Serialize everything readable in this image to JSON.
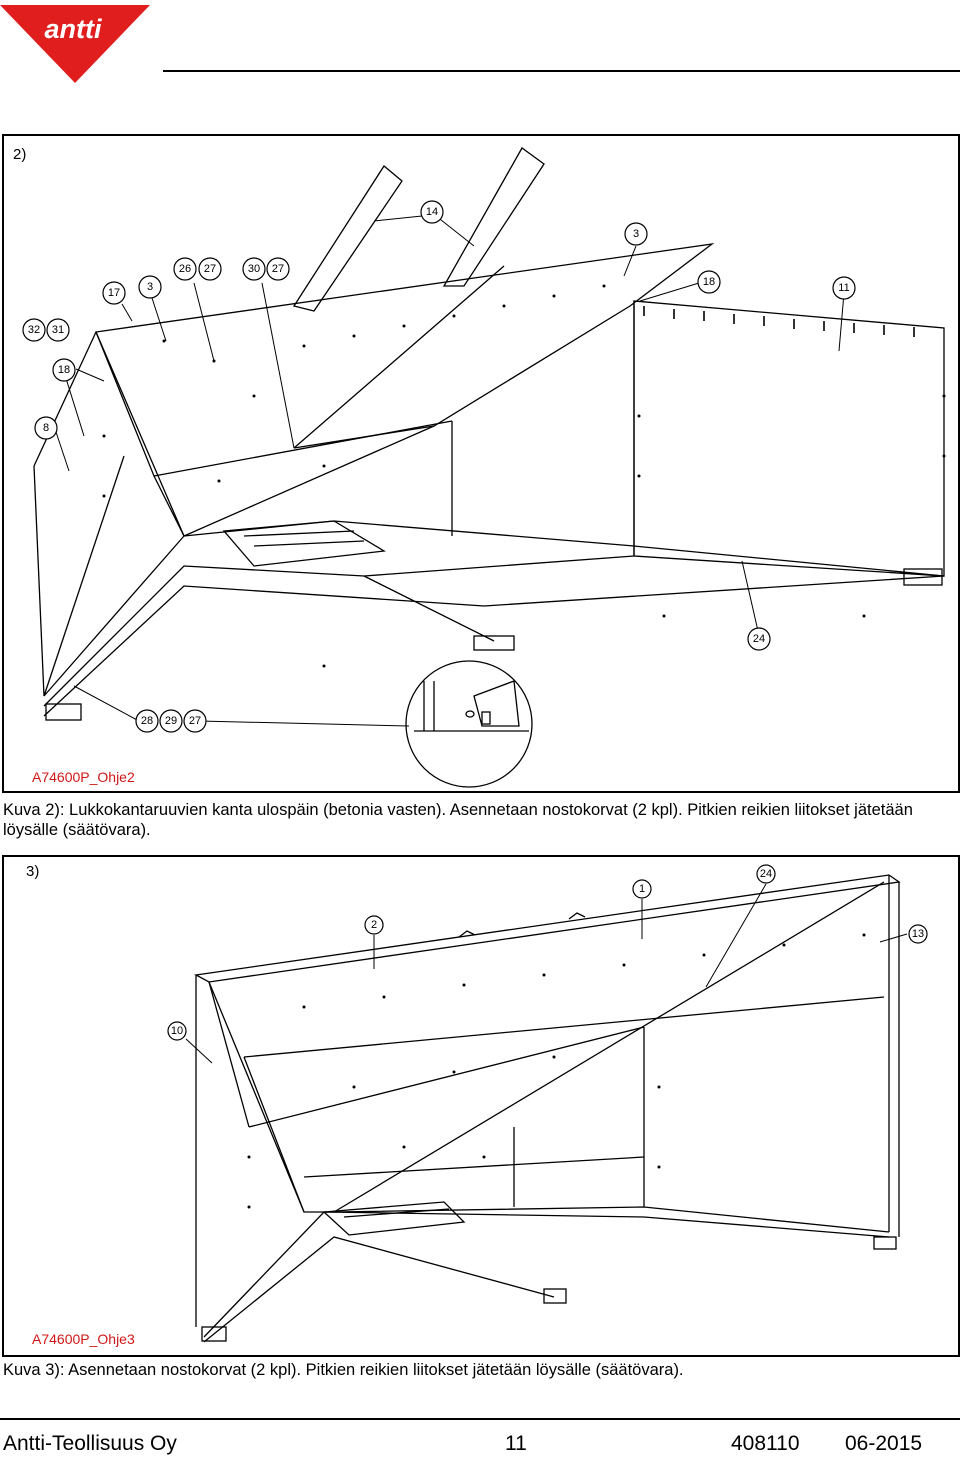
{
  "header": {
    "logo_text": "antti",
    "brand_color": "#e01e1e"
  },
  "figure2": {
    "label": "2)",
    "code": "A74600P_Ohje2",
    "caption": "Kuva 2): Lukkokantaruuvien kanta ulospäin (betonia vasten). Asennetaan nostokorvat (2 kpl). Pitkien reikien liitokset jätetään löysälle (säätövara).",
    "callouts": {
      "c32": "32",
      "c31": "31",
      "c17": "17",
      "c3a": "3",
      "c26": "26",
      "c27a": "27",
      "c30": "30",
      "c27b": "27",
      "c14": "14",
      "c3b": "3",
      "c18a": "18",
      "c11": "11",
      "c18b": "18",
      "c8": "8",
      "c24": "24",
      "c28": "28",
      "c29": "29",
      "c27c": "27"
    }
  },
  "figure3": {
    "label": "3)",
    "code": "A74600P_Ohje3",
    "caption": "Kuva 3): Asennetaan nostokorvat (2 kpl). Pitkien reikien liitokset jätetään löysälle (säätövara).",
    "callouts": {
      "c1": "1",
      "c24": "24",
      "c2": "2",
      "c13": "13",
      "c10": "10"
    }
  },
  "footer": {
    "company": "Antti-Teollisuus Oy",
    "page": "11",
    "doc_number": "408110",
    "date": "06-2015"
  }
}
